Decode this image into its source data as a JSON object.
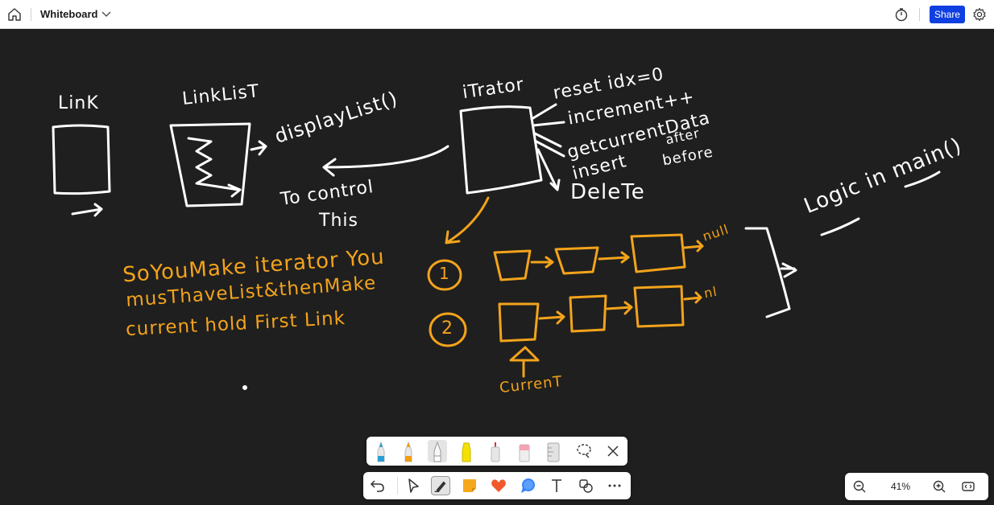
{
  "topbar": {
    "title": "Whiteboard",
    "share_label": "Share",
    "icons": [
      "home-icon",
      "chevron-down-icon",
      "timer-icon",
      "gear-icon"
    ]
  },
  "canvas": {
    "colors": {
      "background": "#1f1f1f",
      "white_ink": "#ffffff",
      "orange_ink": "#f3a31b"
    },
    "labels": {
      "link": "LinK",
      "linklist": "LinkLisT",
      "display": "displayList()",
      "iterator": "iTrator",
      "reset": "reset idx=0",
      "increment": "increment++",
      "getcurrent": "getcurrentData",
      "insert": "insert",
      "after": "after",
      "before": "before",
      "delete": "DeleTe",
      "to_control": "To control",
      "this": "This",
      "logic": "Logic in main()",
      "note_line1": "SoYouMake iterator You",
      "note_line2": "musThaveList&thenMake",
      "note_line3": "current hold First Link",
      "num1": "1",
      "num2": "2",
      "null1": "null",
      "null2": "nl",
      "current": "CurrenT"
    }
  },
  "pen_tray": {
    "pens": [
      "pen-blue",
      "pen-orange",
      "pen-white",
      "highlighter-yellow",
      "pen-red",
      "eraser",
      "ruler"
    ],
    "icons": [
      "lasso-icon",
      "close-icon"
    ]
  },
  "toolbar": {
    "tools": [
      "undo-icon",
      "select-arrow-icon",
      "pen-tool-icon",
      "sticky-note-icon",
      "heart-reaction-icon",
      "comment-icon",
      "text-icon",
      "shapes-icon",
      "more-icon"
    ]
  },
  "zoom": {
    "level": "41%"
  }
}
